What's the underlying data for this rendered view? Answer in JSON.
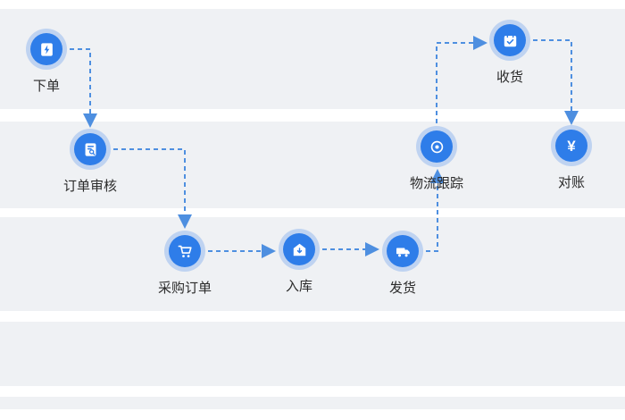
{
  "diagram": {
    "nodes": [
      {
        "id": "place-order",
        "label": "下单",
        "icon": "order-doc-lightning-icon"
      },
      {
        "id": "order-review",
        "label": "订单审核",
        "icon": "doc-magnifier-icon"
      },
      {
        "id": "purchase-order",
        "label": "采购订单",
        "icon": "shopping-cart-icon"
      },
      {
        "id": "inbound",
        "label": "入库",
        "icon": "warehouse-house-icon"
      },
      {
        "id": "ship",
        "label": "发货",
        "icon": "delivery-truck-icon"
      },
      {
        "id": "tracking",
        "label": "物流跟踪",
        "icon": "target-icon"
      },
      {
        "id": "receive",
        "label": "收货",
        "icon": "calendar-check-icon"
      },
      {
        "id": "reconcile",
        "label": "对账",
        "icon": "yen-icon"
      }
    ],
    "edges": [
      {
        "from": "place-order",
        "to": "order-review"
      },
      {
        "from": "order-review",
        "to": "purchase-order"
      },
      {
        "from": "purchase-order",
        "to": "inbound"
      },
      {
        "from": "inbound",
        "to": "ship"
      },
      {
        "from": "ship",
        "to": "tracking"
      },
      {
        "from": "tracking",
        "to": "receive"
      },
      {
        "from": "receive",
        "to": "reconcile"
      }
    ],
    "symbols": {
      "yen": "¥"
    },
    "colors": {
      "node_blue": "#2e7de9",
      "halo": "rgba(46,125,233,0.25)",
      "arrow": "#4e8fe0",
      "band": "#eff1f4",
      "label": "#2b2b2b"
    }
  }
}
